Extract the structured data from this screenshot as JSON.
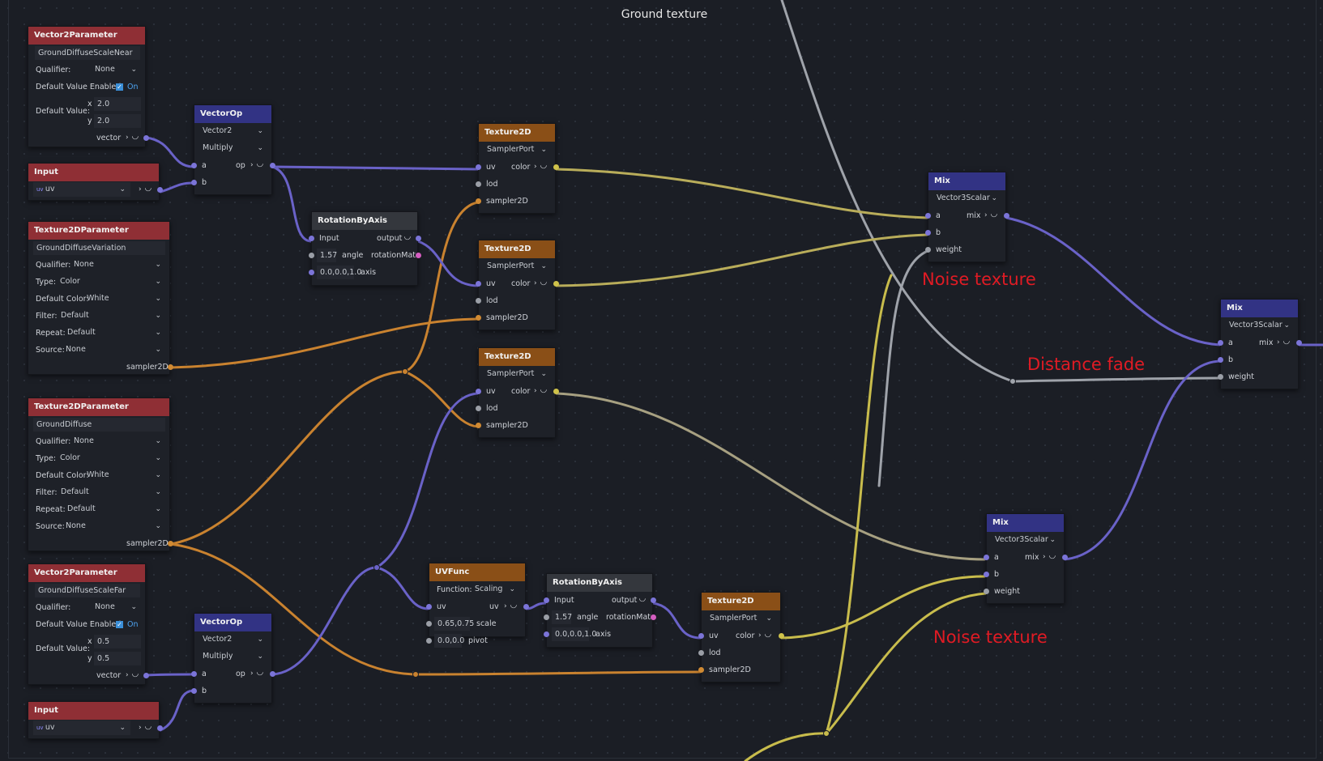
{
  "frame": {
    "title": "Ground texture"
  },
  "comments": {
    "noise_top": "Noise texture",
    "distance_fade": "Distance fade",
    "noise_bottom": "Noise texture"
  },
  "colors": {
    "wire_vector": "#6a62c8",
    "wire_sampler": "#c9822f",
    "wire_color": "#c8bc4c",
    "wire_scalar": "#9fa3aa",
    "comment": "#e01b24"
  },
  "v2p_near": {
    "header": "Vector2Parameter",
    "name": "GroundDiffuseScaleNear",
    "qualifier_label": "Qualifier:",
    "qualifier": "None",
    "dve_label": "Default Value Enabled:",
    "dve_value": "On",
    "dv_label": "Default Value:",
    "x_axis": "x",
    "x": "2.0",
    "y_axis": "y",
    "y": "2.0",
    "out": "vector"
  },
  "input_top": {
    "header": "Input",
    "value": "uv"
  },
  "t2dp_variation": {
    "header": "Texture2DParameter",
    "name": "GroundDiffuseVariation",
    "qualifier_label": "Qualifier:",
    "qualifier": "None",
    "type_label": "Type:",
    "type": "Color",
    "color_label": "Default Color:",
    "color": "White",
    "filter_label": "Filter:",
    "filter": "Default",
    "repeat_label": "Repeat:",
    "repeat": "Default",
    "source_label": "Source:",
    "source": "None",
    "out": "sampler2D"
  },
  "t2dp_diffuse": {
    "header": "Texture2DParameter",
    "name": "GroundDiffuse",
    "qualifier_label": "Qualifier:",
    "qualifier": "None",
    "type_label": "Type:",
    "type": "Color",
    "color_label": "Default Color:",
    "color": "White",
    "filter_label": "Filter:",
    "filter": "Default",
    "repeat_label": "Repeat:",
    "repeat": "Default",
    "source_label": "Source:",
    "source": "None",
    "out": "sampler2D"
  },
  "v2p_far": {
    "header": "Vector2Parameter",
    "name": "GroundDiffuseScaleFar",
    "qualifier_label": "Qualifier:",
    "qualifier": "None",
    "dve_label": "Default Value Enabled:",
    "dve_value": "On",
    "dv_label": "Default Value:",
    "x_axis": "x",
    "x": "0.5",
    "y_axis": "y",
    "y": "0.5",
    "out": "vector"
  },
  "input_bottom": {
    "header": "Input",
    "value": "uv"
  },
  "vop_top": {
    "header": "VectorOp",
    "type": "Vector2",
    "op": "Multiply",
    "a": "a",
    "out": "op",
    "b": "b"
  },
  "vop_bottom": {
    "header": "VectorOp",
    "type": "Vector2",
    "op": "Multiply",
    "a": "a",
    "out": "op",
    "b": "b"
  },
  "rot_top": {
    "header": "RotationByAxis",
    "input": "Input",
    "output": "output",
    "angle_val": "1.57",
    "angle": "angle",
    "rot_out": "rotationMat",
    "axis_val": "0.0,0.0,1.0",
    "axis": "axis"
  },
  "rot_bottom": {
    "header": "RotationByAxis",
    "input": "Input",
    "output": "output",
    "angle_val": "1.57",
    "angle": "angle",
    "rot_out": "rotationMat",
    "axis_val": "0.0,0.0,1.0",
    "axis": "axis"
  },
  "tex_a": {
    "header": "Texture2D",
    "sampler": "SamplerPort",
    "uv": "uv",
    "color": "color",
    "lod": "lod",
    "s2d": "sampler2D"
  },
  "tex_b": {
    "header": "Texture2D",
    "sampler": "SamplerPort",
    "uv": "uv",
    "color": "color",
    "lod": "lod",
    "s2d": "sampler2D"
  },
  "tex_c": {
    "header": "Texture2D",
    "sampler": "SamplerPort",
    "uv": "uv",
    "color": "color",
    "lod": "lod",
    "s2d": "sampler2D"
  },
  "tex_d": {
    "header": "Texture2D",
    "sampler": "SamplerPort",
    "uv": "uv",
    "color": "color",
    "lod": "lod",
    "s2d": "sampler2D"
  },
  "uvfunc": {
    "header": "UVFunc",
    "fn_label": "Function:",
    "fn": "Scaling",
    "uv_in": "uv",
    "uv_out": "uv",
    "scale_val": "0.65,0.75",
    "scale": "scale",
    "pivot_val": "0.0,0.0",
    "pivot": "pivot"
  },
  "mix_top": {
    "header": "Mix",
    "type": "Vector3Scalar",
    "a": "a",
    "out": "mix",
    "b": "b",
    "weight": "weight"
  },
  "mix_right": {
    "header": "Mix",
    "type": "Vector3Scalar",
    "a": "a",
    "out": "mix",
    "b": "b",
    "weight": "weight"
  },
  "mix_bottom": {
    "header": "Mix",
    "type": "Vector3Scalar",
    "a": "a",
    "out": "mix",
    "b": "b",
    "weight": "weight"
  }
}
